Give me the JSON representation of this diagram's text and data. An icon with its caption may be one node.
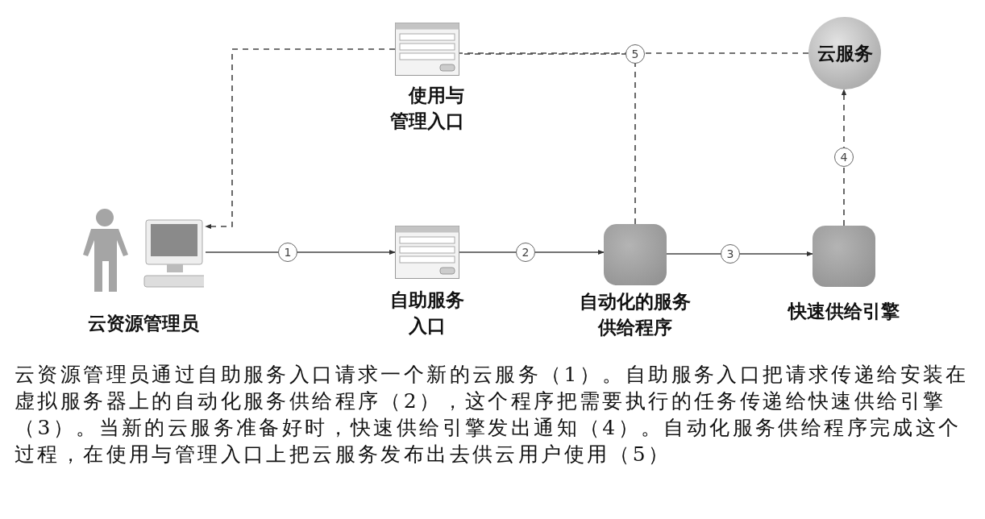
{
  "diagram": {
    "caption": "云资源管理员通过自助服务入口请求一个新的云服务（1）。自助服务入口把请求传递给安装在虚拟服务器上的自动化服务供给程序（2），这个程序把需要执行的任务传递给快速供给引擎（3）。当新的云服务准备好时，快速供给引擎发出通知（4）。自动化服务供给程序完成这个过程，在使用与管理入口上把云服务发布出去供云用户使用（5）",
    "nodes": [
      {
        "text": [
          "云资源管理员"
        ]
      },
      {
        "text": [
          "自助服务入口"
        ]
      },
      {
        "text": [
          "自动化的服务供给程序"
        ]
      },
      {
        "text": [
          "快速供给引擎"
        ]
      },
      {
        "text": [
          "云服务"
        ]
      },
      {
        "text": [
          "使用与管理入口"
        ]
      }
    ],
    "edges": [
      {
        "from": 0,
        "to": 1,
        "arrow": "to",
        "label": "1"
      },
      {
        "from": 1,
        "to": 2,
        "arrow": "to",
        "label": "2"
      },
      {
        "from": 2,
        "to": 3,
        "arrow": "to",
        "label": "3"
      },
      {
        "from": 3,
        "to": 4,
        "arrow": "to",
        "label": "4",
        "style": "dashed"
      },
      {
        "from": 2,
        "to": 5,
        "arrow": "none",
        "label": "5",
        "style": "dashed"
      },
      {
        "from": 4,
        "to": 5,
        "arrow": "none",
        "style": "dashed"
      },
      {
        "from": 5,
        "to": 0,
        "arrow": "to",
        "style": "dashed"
      }
    ]
  }
}
